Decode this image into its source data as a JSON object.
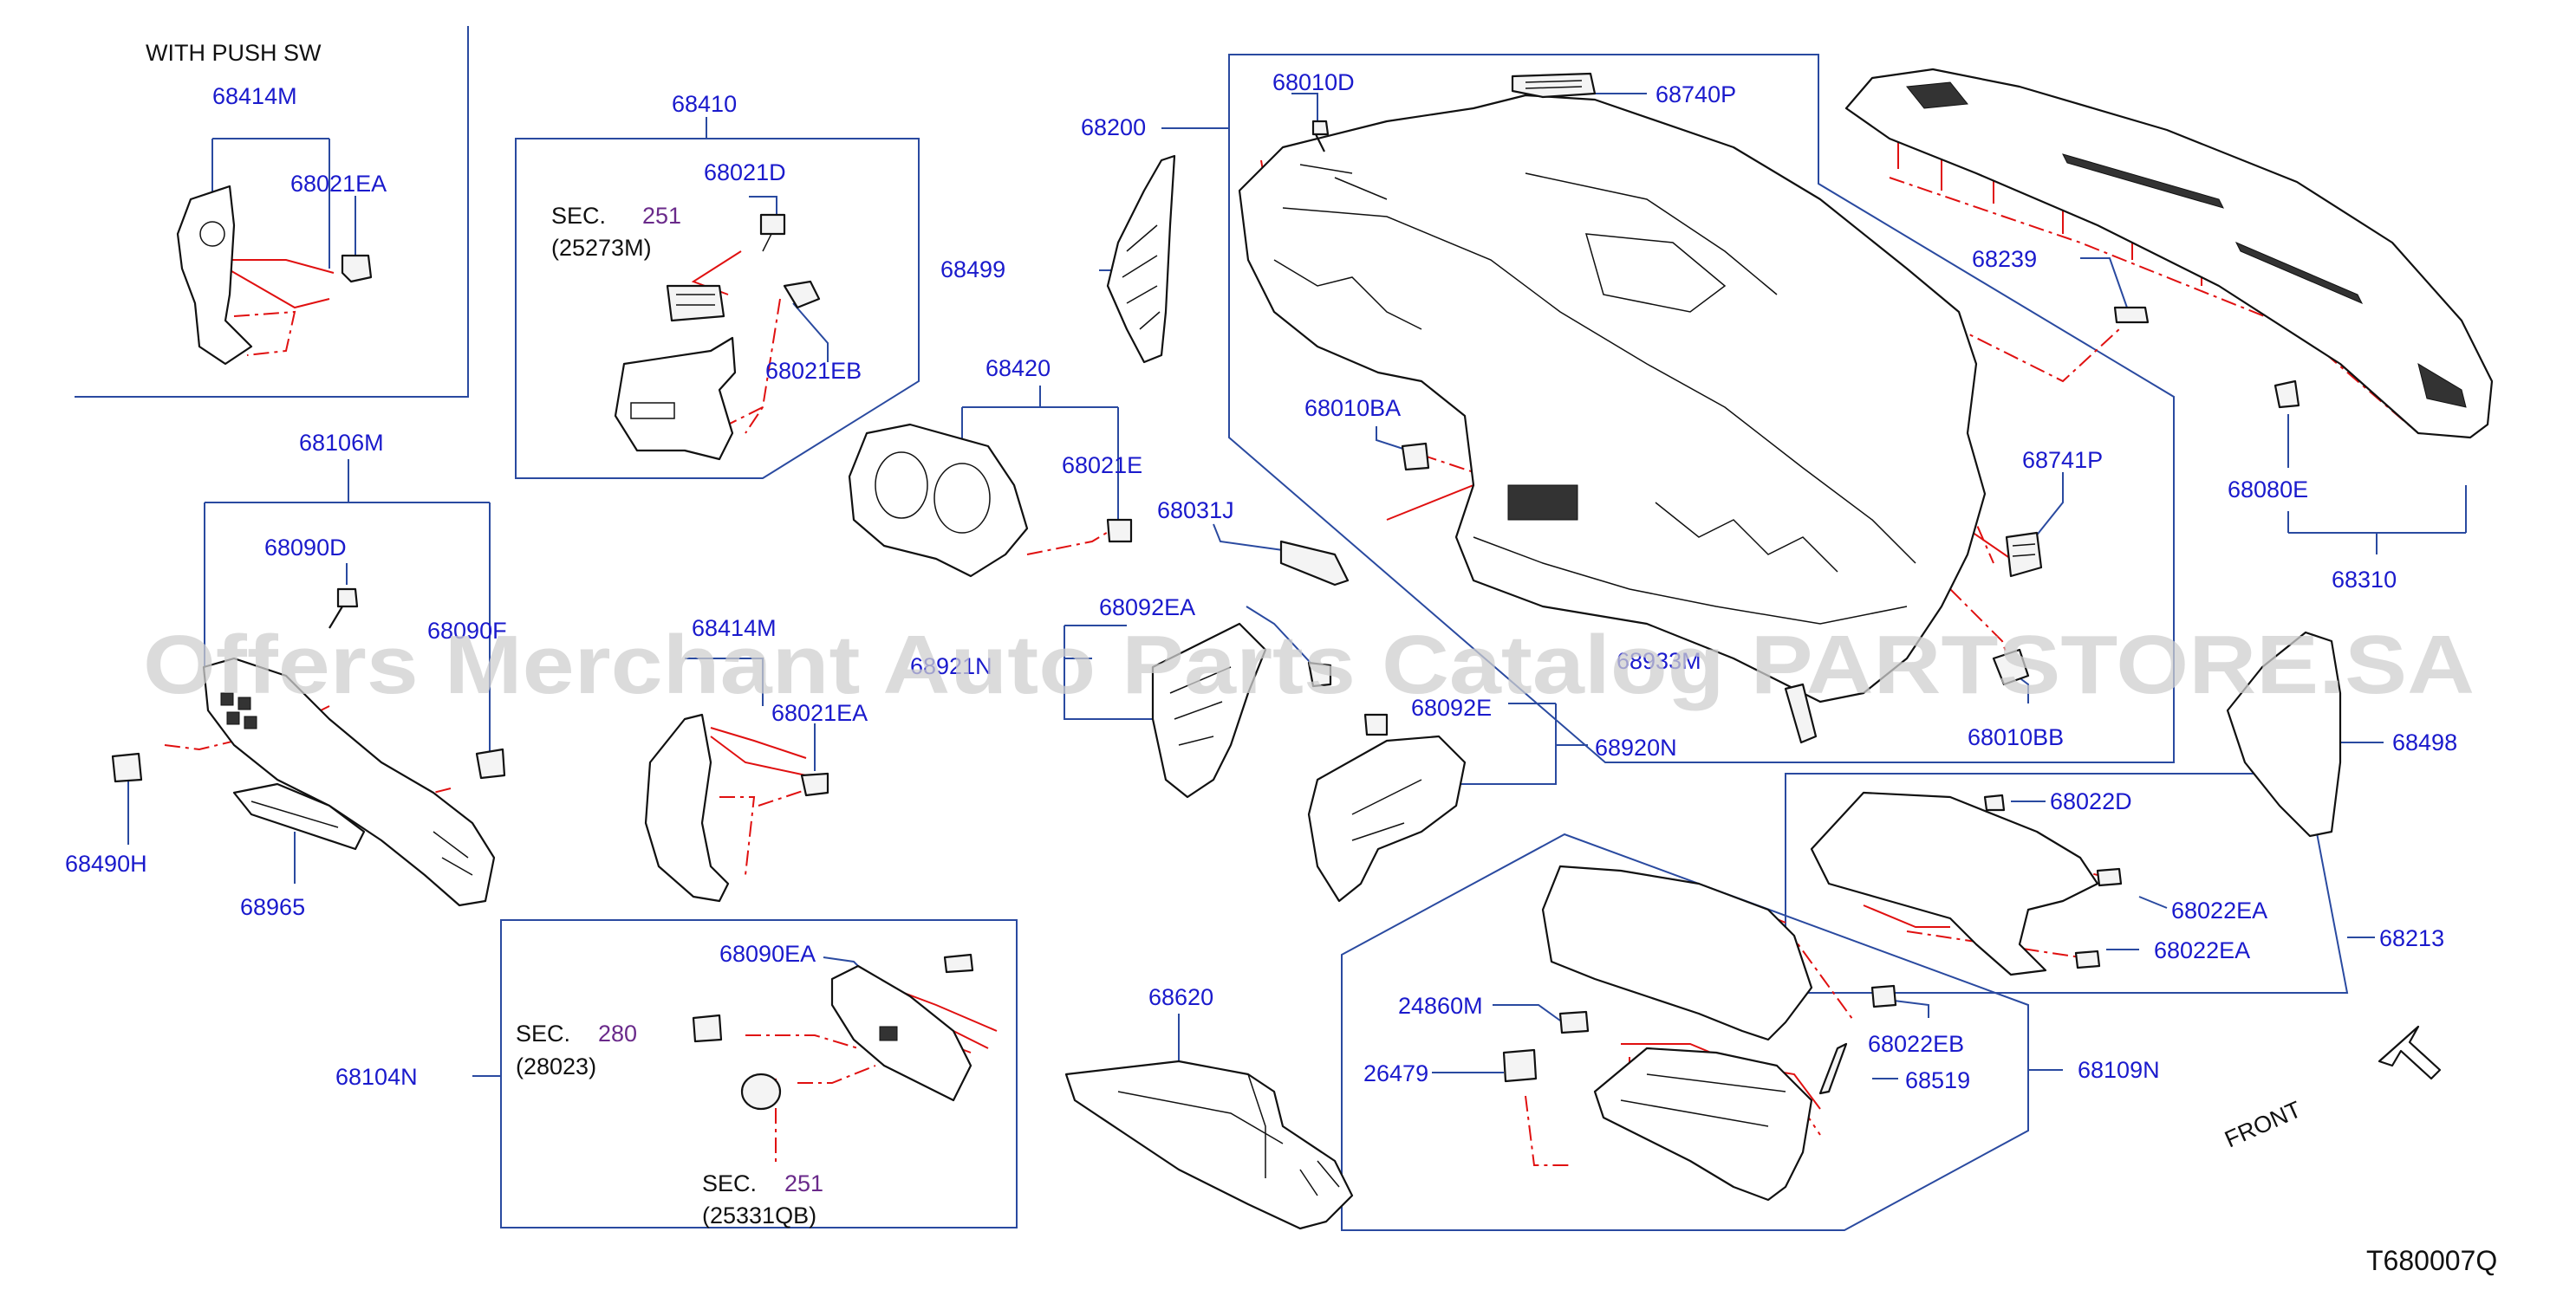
{
  "diagram": {
    "watermark": "Offers Merchant Auto Parts Catalog PARTSTORE.SA",
    "drawing_id": "T680007Q",
    "front_label": "FRONT",
    "with_push_sw": "WITH   PUSH   SW",
    "sections": [
      {
        "prefix": "SEC.",
        "number": "251",
        "ref": "(25273M)"
      },
      {
        "prefix": "SEC.",
        "number": "280",
        "ref": "(28023)"
      },
      {
        "prefix": "SEC.",
        "number": "251",
        "ref": "(25331QB)"
      }
    ],
    "labels": [
      "68414M",
      "68021EA",
      "68410",
      "68021D",
      "68021EB",
      "68200",
      "68499",
      "68010D",
      "68740P",
      "68239",
      "68010BA",
      "68420",
      "68021E",
      "68031J",
      "68741P",
      "68080E",
      "68310",
      "68106M",
      "68090D",
      "68090F",
      "68414M",
      "68021EA",
      "68092EA",
      "68921N",
      "68933M",
      "68010BB",
      "68498",
      "68092E",
      "68920N",
      "68490H",
      "68965",
      "68022D",
      "68022EA",
      "68022EA",
      "68213",
      "68090EA",
      "68104N",
      "68620",
      "24860M",
      "26479",
      "68022EB",
      "68519",
      "68109N"
    ]
  }
}
